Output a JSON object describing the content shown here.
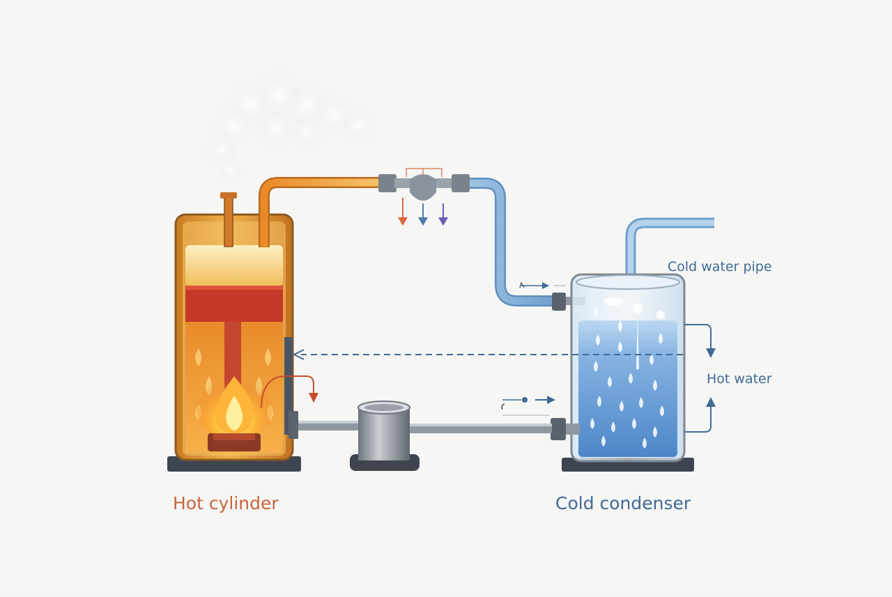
{
  "labels": {
    "hot_cylinder": "Hot cylinder",
    "cold_condenser": "Cold condenser",
    "cold_water_pipe": "Cold water pipe",
    "hot_water": "Hot water"
  },
  "colors": {
    "background": "#f5f5f4",
    "hot_label": "#c9653a",
    "cold_label": "#3f6a94",
    "hot_pipe": "#f2a23a",
    "cold_pipe": "#8fb8dd",
    "water": "#6ea2d8",
    "flame": "#f7a12a",
    "piston_band": "#c93a2a"
  }
}
